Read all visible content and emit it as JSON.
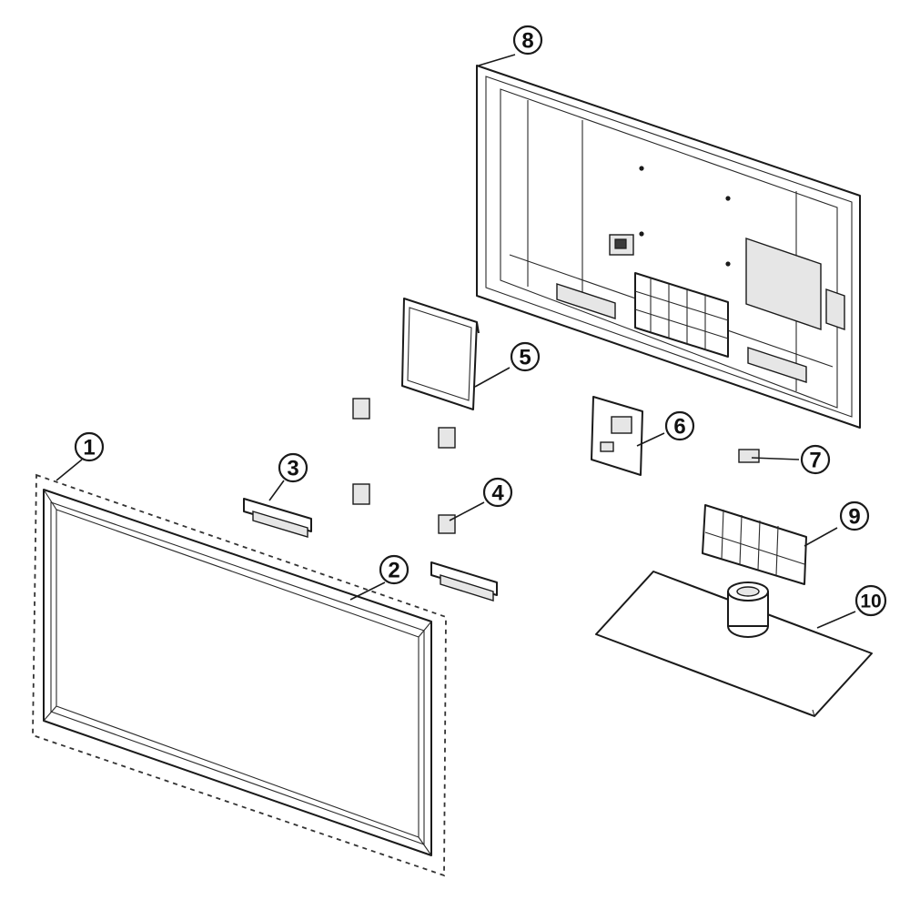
{
  "colors": {
    "line": "#1a1a1a",
    "fill": "#ffffff",
    "shade": "#e6e6e6"
  },
  "callouts": [
    {
      "label": "1"
    },
    {
      "label": "2"
    },
    {
      "label": "3"
    },
    {
      "label": "4"
    },
    {
      "label": "5"
    },
    {
      "label": "6"
    },
    {
      "label": "7"
    },
    {
      "label": "8"
    },
    {
      "label": "9"
    },
    {
      "label": "10"
    }
  ]
}
